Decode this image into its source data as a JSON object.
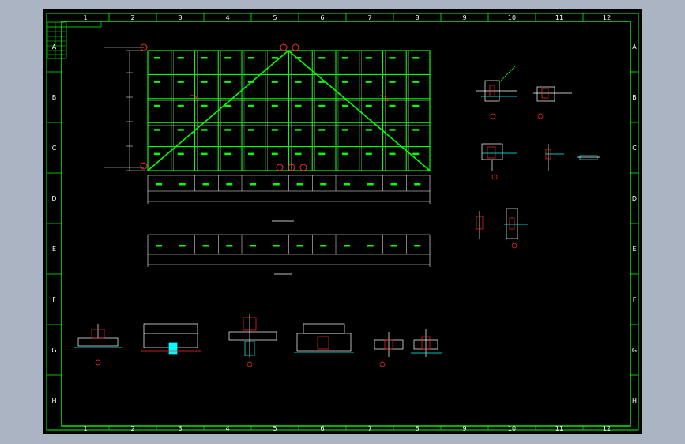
{
  "colors": {
    "background": "#000000",
    "frame": "#00ff00",
    "truss_member": "#00ff00",
    "grid_line": "#ffffff",
    "dimension": "#ff8c00",
    "detail_marker": "#ff2a2a",
    "label": "#00ff00",
    "accent": "#00ffff",
    "desktop": "#aab4c2"
  },
  "border": {
    "columns_top": [
      "1",
      "2",
      "3",
      "4",
      "5",
      "6",
      "7",
      "8",
      "9",
      "10",
      "11",
      "12"
    ],
    "columns_bottom": [
      "1",
      "2",
      "3",
      "4",
      "5",
      "6",
      "7",
      "8",
      "9",
      "10",
      "11",
      "12"
    ],
    "rows_left": [
      "A",
      "B",
      "C",
      "D",
      "E",
      "F",
      "G",
      "H"
    ],
    "rows_right": [
      "A",
      "B",
      "C",
      "D",
      "E",
      "F",
      "G",
      "H"
    ]
  }
}
